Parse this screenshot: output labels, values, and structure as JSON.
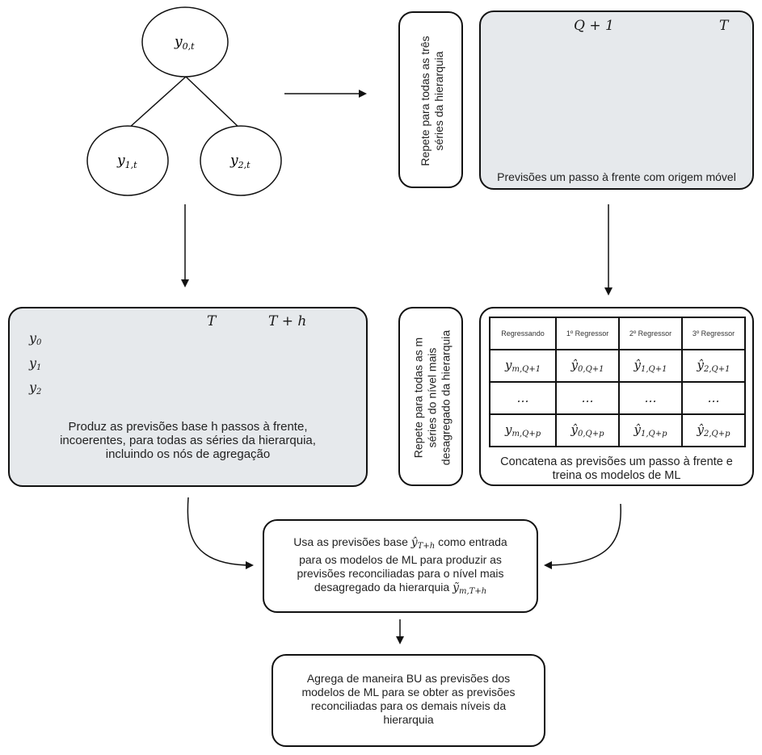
{
  "tree": {
    "root": "y",
    "root_sub": "0,t",
    "left": "y",
    "left_sub": "1,t",
    "right": "y",
    "right_sub": "2,t"
  },
  "repeat_all": {
    "text_line1": "Repete para todas as três",
    "text_line2": "séries da hierarquia"
  },
  "rolling": {
    "label_q": "Q + 1",
    "label_t": "T",
    "caption": "Previsões um passo à frente com origem móvel",
    "colors": {
      "blue": "#1e88e5",
      "green": "#2e9e3e",
      "gray": "#cfcfcf"
    }
  },
  "base_forecast": {
    "label_t": "T",
    "label_th": "T + h",
    "series": [
      "y0",
      "y1",
      "y2"
    ],
    "series_subs": [
      "0",
      "1",
      "2"
    ],
    "caption_line1": "Produz as previsões base h passos à frente,",
    "caption_line2": "incoerentes, para todas as séries da hierarquia,",
    "caption_line3": "incluindo os nós de agregação"
  },
  "repeat_bottom": {
    "line1": "Repete para todas as m",
    "line2": "séries do nível mais",
    "line3": "desagregado da hierarquia"
  },
  "regressor_table": {
    "headers": [
      "Regressando",
      "1º Regressor",
      "2º Regressor",
      "3º Regressor"
    ],
    "row1": [
      "y",
      "ŷ",
      "ŷ",
      "ŷ"
    ],
    "row1_subs": [
      "m,Q+1",
      "0,Q+1",
      "1,Q+1",
      "2,Q+1"
    ],
    "row2": [
      "…",
      "…",
      "…",
      "…"
    ],
    "row3": [
      "y",
      "ŷ",
      "ŷ",
      "ŷ"
    ],
    "row3_subs": [
      "m,Q+p",
      "0,Q+p",
      "1,Q+p",
      "2,Q+p"
    ],
    "caption_line1": "Concatena as previsões um passo à frente e",
    "caption_line2": "treina os modelos de ML"
  },
  "use_base": {
    "line1_pre": "Usa as previsões base",
    "line1_math": "ŷ",
    "line1_sub": "T+h",
    "line1_post": "como entrada",
    "line2": "para os modelos de ML para produzir as",
    "line3": "previsões reconciliadas para o nível mais",
    "line4_pre": "desagregado da hierarquia",
    "line4_math": "ỹ",
    "line4_sub": "m,T+h"
  },
  "aggregate": {
    "line1": "Agrega de maneira BU as previsões dos",
    "line2": "modelos de ML para se obter as previsões",
    "line3": "reconciliadas para os demais níveis da",
    "line4": "hierarquia"
  }
}
